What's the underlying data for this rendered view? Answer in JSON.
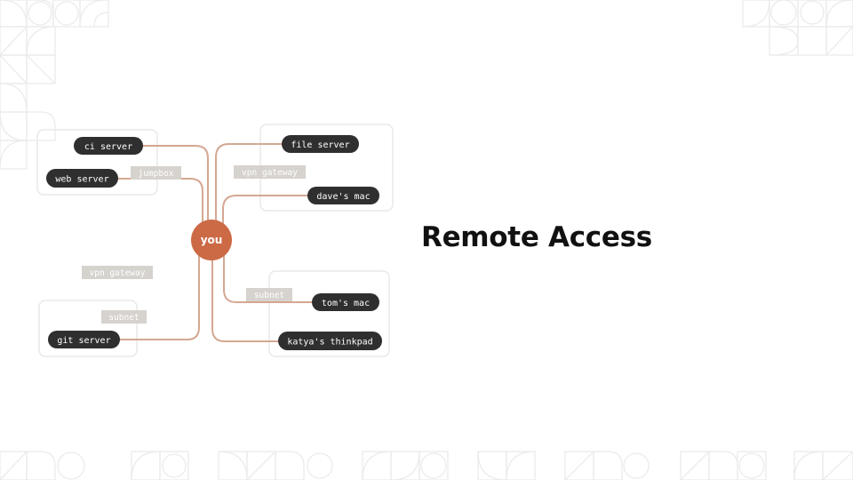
{
  "slide": {
    "title": "Remote Access"
  },
  "diagram": {
    "center_label": "you",
    "nodes": {
      "ci_server": "ci server",
      "web_server": "web server",
      "git_server": "git server",
      "file_server": "file server",
      "daves_mac": "dave's mac",
      "toms_mac": "tom's mac",
      "katyas_thinkpad": "katya's thinkpad"
    },
    "hops": {
      "jumpbox": "jumpbox",
      "vpn_gateway_right": "vpn gateway",
      "vpn_gateway_left": "vpn gateway",
      "subnet_left": "subnet",
      "subnet_right": "subnet"
    }
  },
  "colors": {
    "accent": "#cc6a46",
    "connector": "#d4a793",
    "node_fill": "#2f2f2f",
    "ghost_label": "#d6d2cd",
    "group_border": "#e9e9e9",
    "title": "#111111"
  }
}
